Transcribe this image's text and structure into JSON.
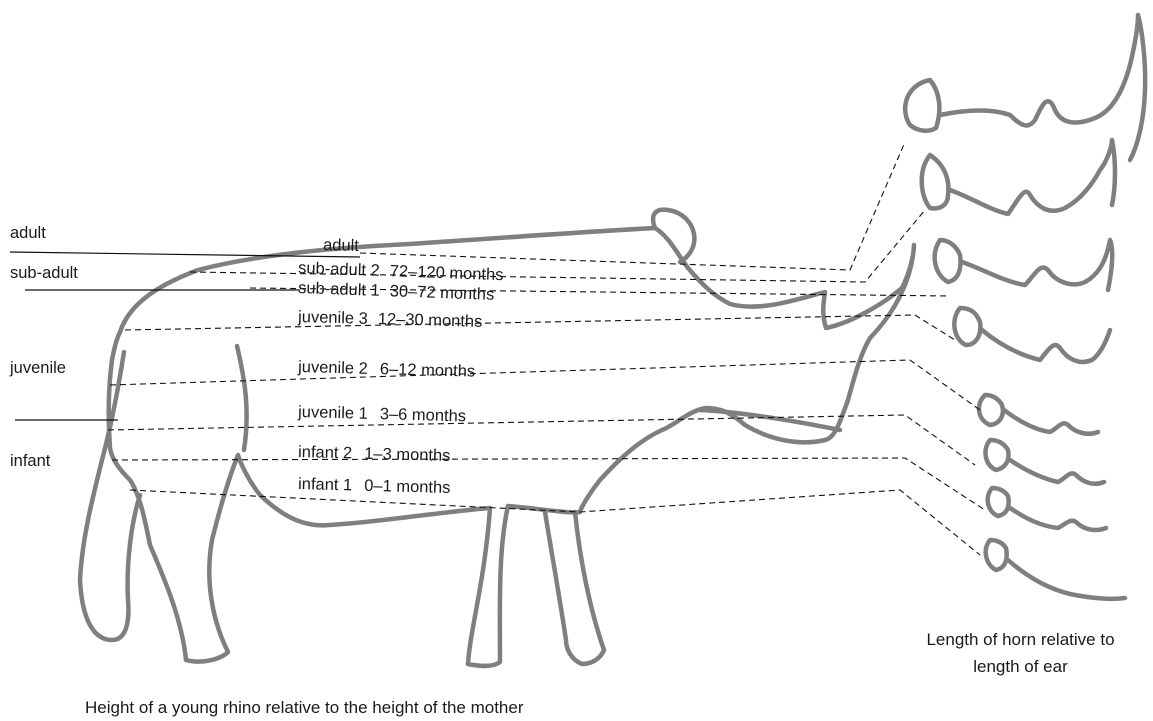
{
  "diagram": {
    "age_classes": [
      "adult",
      "sub-adult",
      "juvenile",
      "infant"
    ],
    "stages": [
      {
        "name": "adult",
        "age": ""
      },
      {
        "name": "sub-adult 2",
        "age": "72–120 months"
      },
      {
        "name": "sub-adult 1",
        "age": "30–72 months"
      },
      {
        "name": "juvenile 3",
        "age": "12–30 months"
      },
      {
        "name": "juvenile 2",
        "age": "6–12 months"
      },
      {
        "name": "juvenile 1",
        "age": "3–6 months"
      },
      {
        "name": "infant 2",
        "age": "1–3 months"
      },
      {
        "name": "infant 1",
        "age": "0–1 months"
      }
    ],
    "captions": {
      "horn": [
        "Length of horn relative to",
        "length of ear"
      ],
      "height": "Height of a young rhino relative to the height of the mother"
    },
    "colors": {
      "outline": "#7f7f7f",
      "lines": "#111111",
      "text": "#1a1a1a"
    }
  }
}
